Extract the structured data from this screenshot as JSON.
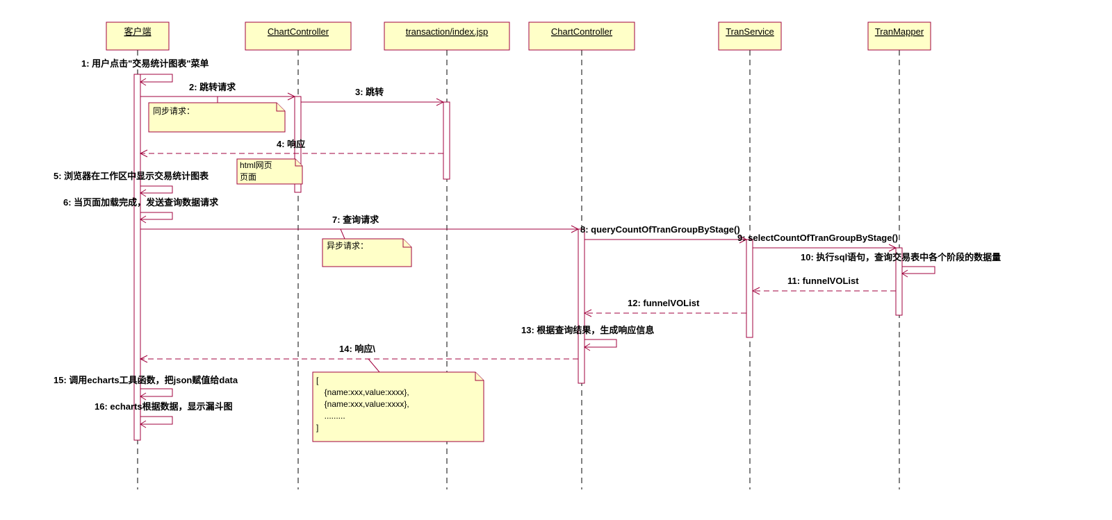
{
  "lifelines": [
    {
      "id": "client",
      "label": "客户端"
    },
    {
      "id": "chart1",
      "label": "ChartController"
    },
    {
      "id": "jsp",
      "label": "transaction/index.jsp"
    },
    {
      "id": "chart2",
      "label": "ChartController"
    },
    {
      "id": "service",
      "label": "TranService"
    },
    {
      "id": "mapper",
      "label": "TranMapper"
    }
  ],
  "messages": [
    {
      "num": "1",
      "label": "1: 用户点击\"交易统计图表\"菜单",
      "from": "client",
      "to": "client",
      "kind": "self"
    },
    {
      "num": "2",
      "label": "2: 跳转请求",
      "from": "client",
      "to": "chart1",
      "kind": "call"
    },
    {
      "num": "3",
      "label": "3: 跳转",
      "from": "chart1",
      "to": "jsp",
      "kind": "call"
    },
    {
      "num": "4",
      "label": "4: 响应",
      "from": "jsp",
      "to": "client",
      "kind": "return"
    },
    {
      "num": "5",
      "label": "5: 浏览器在工作区中显示交易统计图表",
      "from": "client",
      "to": "client",
      "kind": "self"
    },
    {
      "num": "6",
      "label": "6: 当页面加载完成，发送查询数据请求",
      "from": "client",
      "to": "client",
      "kind": "self"
    },
    {
      "num": "7",
      "label": "7: 查询请求",
      "from": "client",
      "to": "chart2",
      "kind": "call"
    },
    {
      "num": "8",
      "label": "8: queryCountOfTranGroupByStage()",
      "from": "chart2",
      "to": "service",
      "kind": "call"
    },
    {
      "num": "9",
      "label": "9: selectCountOfTranGroupByStage()",
      "from": "service",
      "to": "mapper",
      "kind": "call"
    },
    {
      "num": "10",
      "label": "10: 执行sql语句，查询交易表中各个阶段的数据量",
      "from": "mapper",
      "to": "mapper",
      "kind": "self"
    },
    {
      "num": "11",
      "label": "11: funnelVOList",
      "from": "mapper",
      "to": "service",
      "kind": "return"
    },
    {
      "num": "12",
      "label": "12: funnelVOList",
      "from": "service",
      "to": "chart2",
      "kind": "return"
    },
    {
      "num": "13",
      "label": "13: 根据查询结果，生成响应信息",
      "from": "chart2",
      "to": "chart2",
      "kind": "self"
    },
    {
      "num": "14",
      "label": "14: 响应\\",
      "from": "chart2",
      "to": "client",
      "kind": "return"
    },
    {
      "num": "15",
      "label": "15: 调用echarts工具函数，把json赋值给data",
      "from": "client",
      "to": "client",
      "kind": "self"
    },
    {
      "num": "16",
      "label": "16: echarts根据数据，显示漏斗图",
      "from": "client",
      "to": "client",
      "kind": "self"
    }
  ],
  "notes": {
    "sync": [
      "同步请求："
    ],
    "html": [
      "html网页",
      "页面"
    ],
    "async": [
      "异步请求："
    ],
    "json": [
      "[",
      "  {name:xxx,value:xxxx},",
      "  {name:xxx,value:xxxx},",
      "  .........",
      "]"
    ]
  }
}
